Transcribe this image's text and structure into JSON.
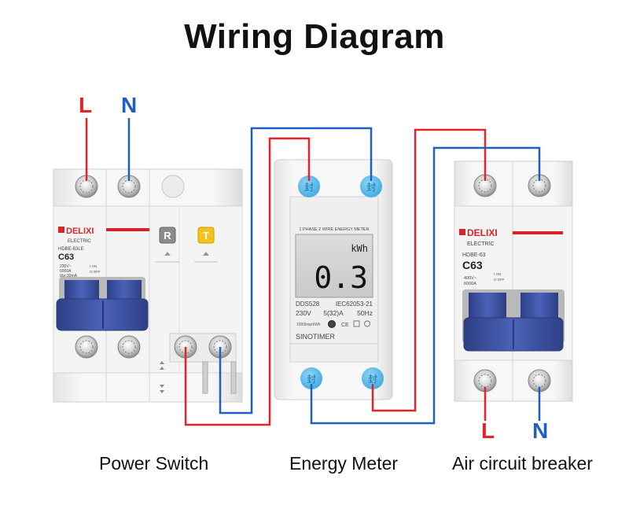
{
  "title": "Wiring Diagram",
  "colors": {
    "live": "#e3242b",
    "neutral": "#1f5fbf",
    "breaker_handle": "#3a4f9e",
    "logo_red": "#d8232a"
  },
  "labels": {
    "top_L": "L",
    "top_N": "N",
    "bottom_L": "L",
    "bottom_N": "N"
  },
  "captions": {
    "power_switch": "Power Switch",
    "energy_meter": "Energy Meter",
    "air_breaker": "Air circuit breaker"
  },
  "power_switch": {
    "brand": "DELIXI",
    "brand_sub": "ELECTRIC",
    "model": "HDBE-63LE",
    "rating": "C63",
    "specs": [
      "230V~",
      "6000A",
      "IΔn:30mA"
    ],
    "switch_marks": [
      "I ON",
      "O OFF"
    ],
    "button_r": "R",
    "button_t": "T",
    "icon_arrow": "up-arrow-icon"
  },
  "energy_meter": {
    "header": "1 PHASE 2 WIRE ENERGY METER",
    "unit": "kWh",
    "reading": "0.3",
    "model": "DDS528",
    "standard": "IEC62053-21",
    "voltage": "230V",
    "current": "5(32)A",
    "frequency": "50Hz",
    "constant": "1000imp/kWh",
    "brand": "SINOTIMER",
    "seal_char": "封"
  },
  "air_breaker": {
    "brand": "DELIXI",
    "brand_sub": "ELECTRIC",
    "model": "HDBE-63",
    "rating": "C63",
    "specs": [
      "400V~",
      "6000A"
    ],
    "switch_marks": [
      "I ON",
      "O OFF"
    ]
  }
}
